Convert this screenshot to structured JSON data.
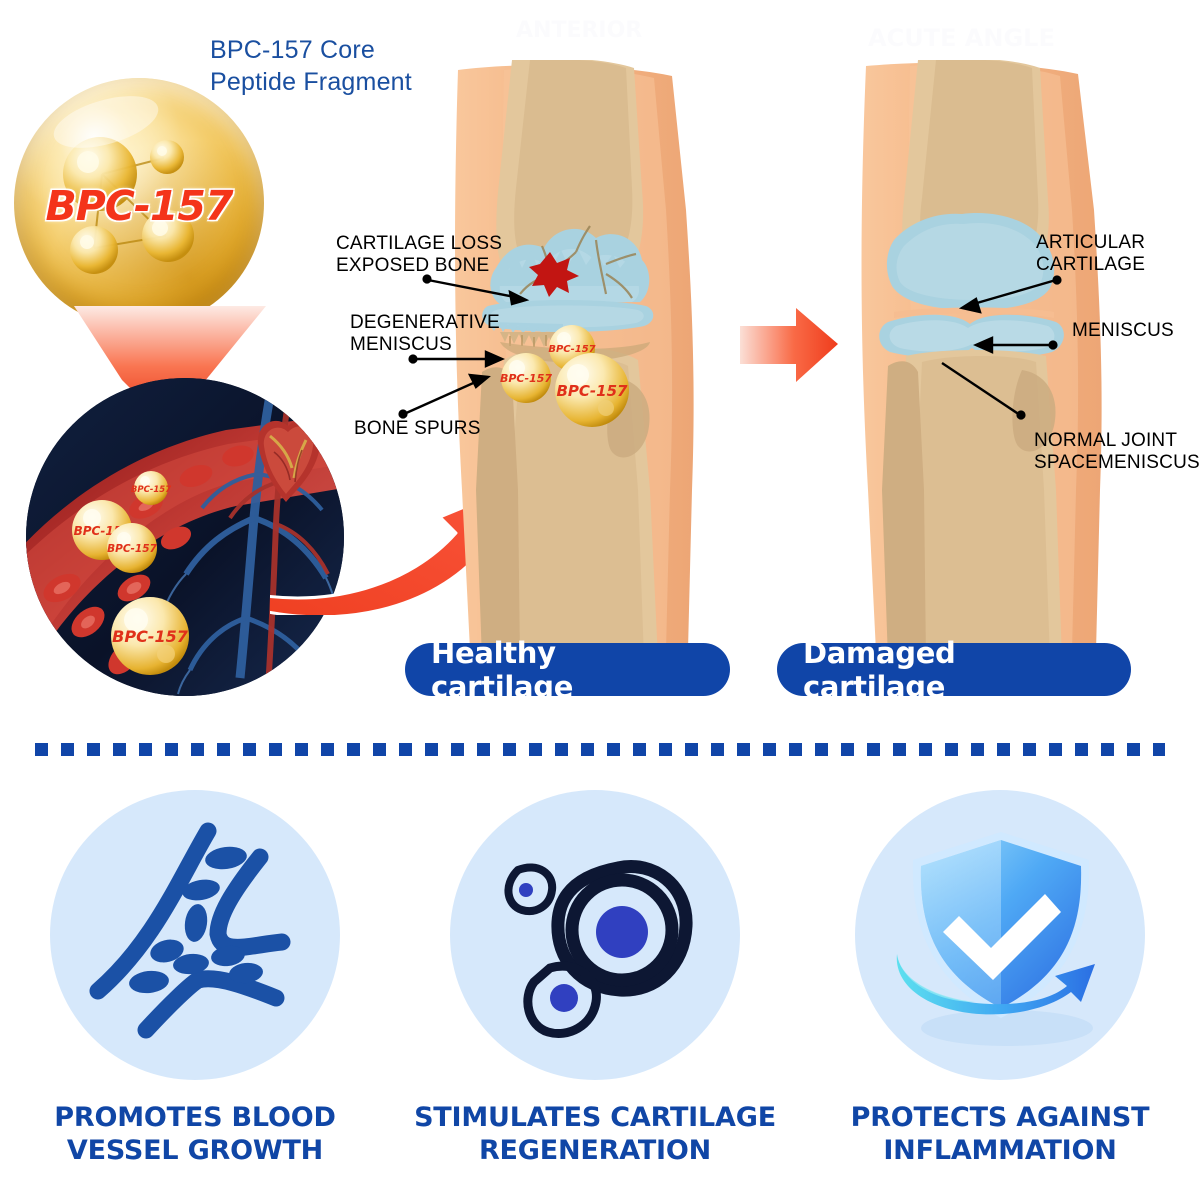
{
  "headline": {
    "line1": "BPC-157 Core",
    "line2": "Peptide Fragment",
    "color": "#1a4fa0"
  },
  "capsules": {
    "main_label": "BPC-157",
    "knee_labels": [
      "BPC-157",
      "BPC-157",
      "BPC-157"
    ],
    "blood_labels": [
      "BPC-157",
      "BPC-157",
      "BPC-157"
    ],
    "gold_color": "#edb93c",
    "text_color": "#f4341a"
  },
  "knee_left": {
    "callouts": [
      {
        "text": "CARTILAGE LOSS\nEXPOSED BONE"
      },
      {
        "text": "DEGENERATIVE\nMENISCUS"
      },
      {
        "text": "BONE SPURS"
      }
    ],
    "pill_label": "Healthy cartilage"
  },
  "knee_right": {
    "callouts": [
      {
        "text": "ARTICULAR\nCARTILAGE"
      },
      {
        "text": "MENISCUS"
      },
      {
        "text": "NORMAL JOINT\nSPACEMENISCUS"
      }
    ],
    "pill_label": "Damaged cartilage"
  },
  "colors": {
    "pill_blue": "#1045a8",
    "benefit_blue": "#1046a6",
    "benefit_circle_bg": "#d6e8fb",
    "arrow_red": "#f4452a",
    "skin": "#f5b98a",
    "bone": "#e3c79c",
    "cartilage": "#a9d2e0",
    "divider": "#1045a8"
  },
  "divider": {
    "style": "dashed",
    "color": "#1045a8"
  },
  "benefits": [
    {
      "icon": "blood-vessel-icon",
      "title": "PROMOTES BLOOD\nVESSEL GROWTH"
    },
    {
      "icon": "cell-cluster-icon",
      "title": "STIMULATES CARTILAGE\nREGENERATION"
    },
    {
      "icon": "shield-check-icon",
      "title": "PROTECTS AGAINST\nINFLAMMATION"
    }
  ]
}
